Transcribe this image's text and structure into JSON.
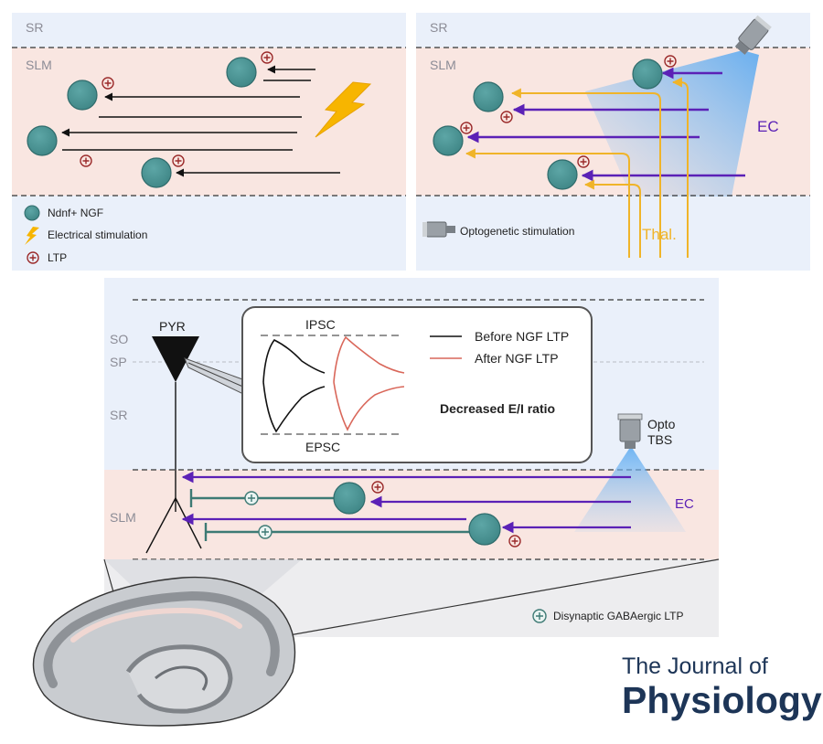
{
  "panel_a": {
    "layer_sr": "SR",
    "layer_slm": "SLM",
    "legend": {
      "ngf": "Ndnf+ NGF",
      "electrical": "Electrical stimulation",
      "ltp": "LTP"
    }
  },
  "panel_b": {
    "layer_sr": "SR",
    "layer_slm": "SLM",
    "ec_label": "EC",
    "thal_label": "Thal.",
    "legend_opto": "Optogenetic stimulation"
  },
  "panel_c": {
    "layer_so": "SO",
    "layer_sp": "SP",
    "layer_sr": "SR",
    "layer_slm": "SLM",
    "pyr_label": "PYR",
    "ipsc_label": "IPSC",
    "epsc_label": "EPSC",
    "legend_before": "Before NGF LTP",
    "legend_after": "After NGF LTP",
    "ei_text": "Decreased E/I ratio",
    "opto_line1": "Opto",
    "opto_line2": "TBS",
    "ec_label": "EC",
    "legend_disynaptic": "Disynaptic GABAergic LTP"
  },
  "journal": {
    "line1": "The Journal of",
    "line2": "Physiology"
  },
  "colors": {
    "sr_blue": "#eaf0fa",
    "slm_pink": "#f9e6e1",
    "cell_teal": "#4f9595",
    "ltp_red": "#9b2a2a",
    "ec_purple": "#5b21b6",
    "thal_orange": "#f0b429",
    "after_red": "#d9675a",
    "disynaptic_teal": "#3d7a74",
    "journal_navy": "#1d3557"
  }
}
